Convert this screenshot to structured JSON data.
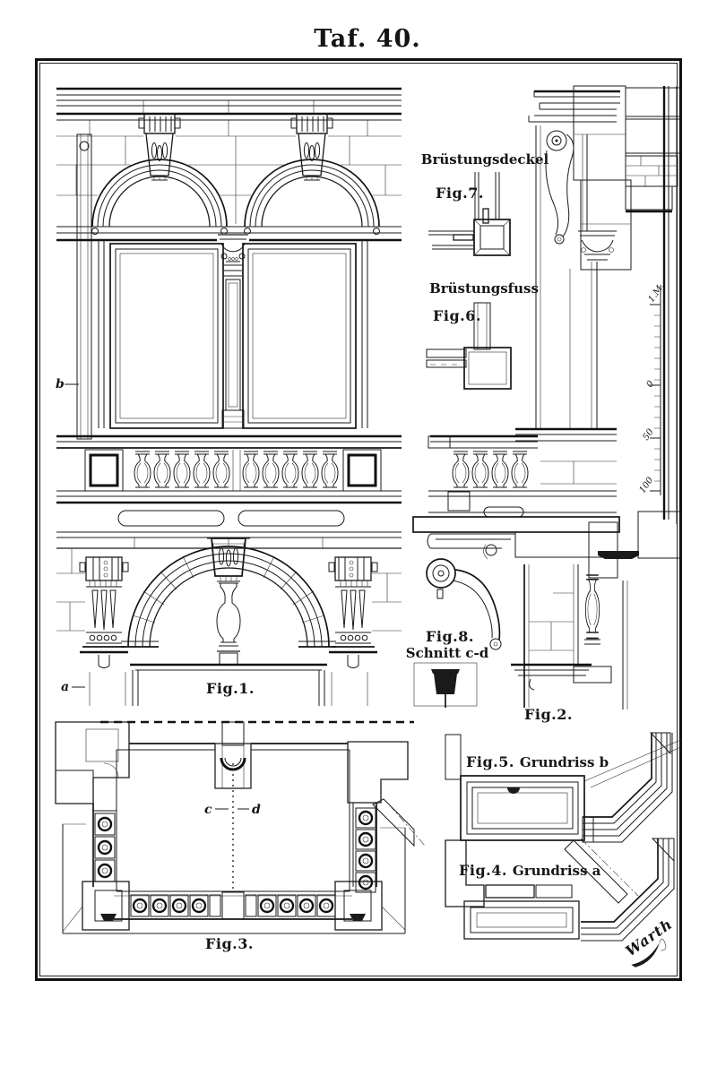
{
  "plate": {
    "title": "Taf. 40.",
    "signature": "Warth"
  },
  "figures": {
    "fig1": {
      "label": "Fig.1."
    },
    "fig2": {
      "label": "Fig.2."
    },
    "fig3": {
      "label": "Fig.3."
    },
    "fig4": {
      "label": "Fig.4.",
      "caption": "Grundriss a"
    },
    "fig5": {
      "label": "Fig.5.",
      "caption": "Grundriss b"
    },
    "fig6": {
      "label": "Fig.6.",
      "caption": "Brüstungsfuss"
    },
    "fig7": {
      "label": "Fig.7.",
      "caption": "Brüstungsdeckel"
    },
    "fig8": {
      "label": "Fig.8.",
      "caption": "Schnitt c-d"
    }
  },
  "markers": {
    "a": "a",
    "b": "b",
    "c": "c",
    "d": "d"
  },
  "scale": {
    "unit_label": "1.M.",
    "ticks": [
      "0",
      "50",
      "100"
    ]
  },
  "colors": {
    "ink": "#1a1a1a",
    "paper": "#ffffff"
  }
}
